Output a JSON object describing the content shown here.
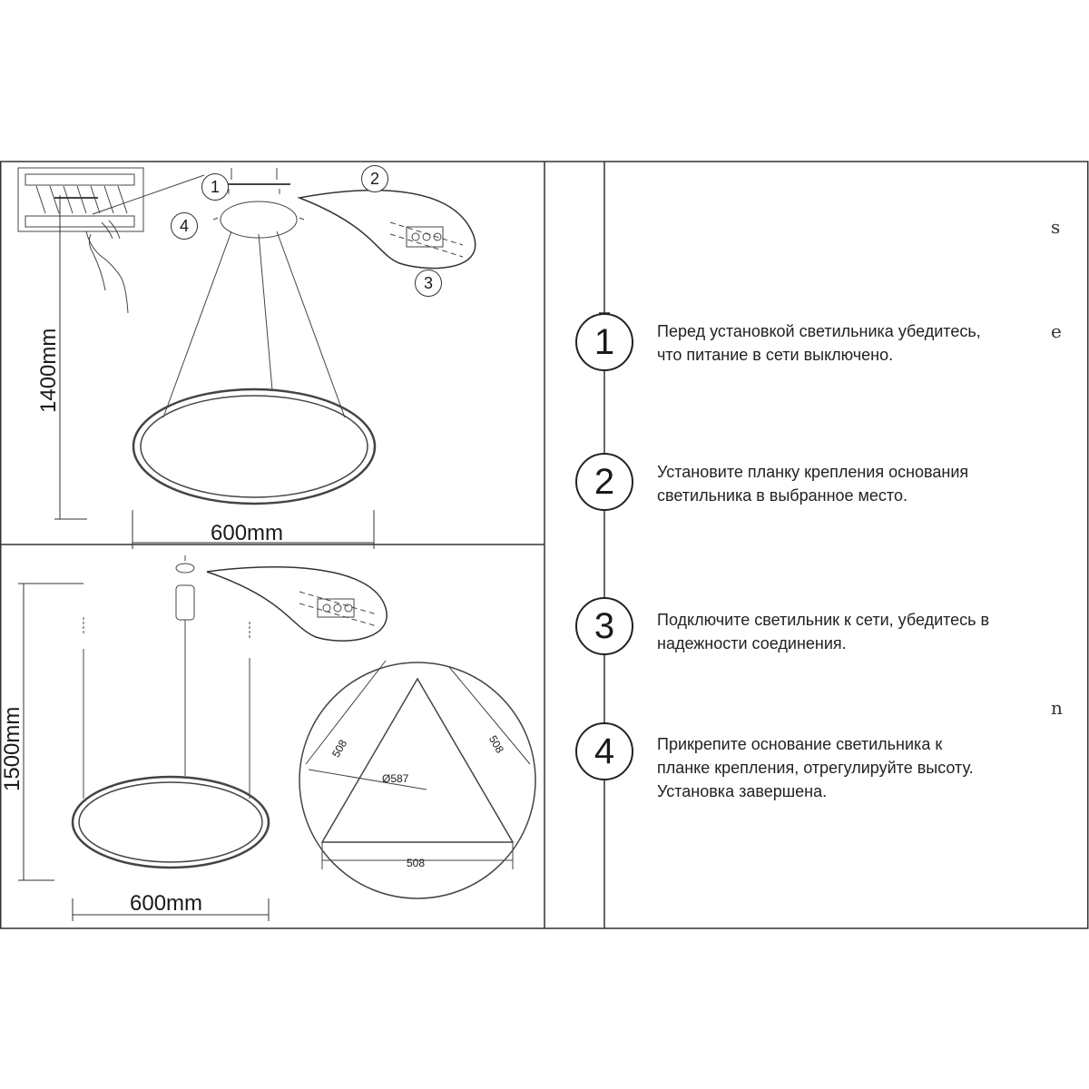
{
  "panel_top": {
    "height_dim": "1400mm",
    "width_dim": "600mm",
    "callouts": [
      "1",
      "2",
      "3",
      "4"
    ]
  },
  "panel_bottom": {
    "height_dim": "1500mm",
    "width_dim": "600mm",
    "triangle_side_left": "508",
    "triangle_side_right": "508",
    "triangle_base": "508",
    "diameter": "Ø587"
  },
  "steps": [
    {
      "num": "1",
      "text": "Перед установкой светильника убедитесь,\nчто питание в сети выключено."
    },
    {
      "num": "2",
      "text": "Установите планку крепления основания\nсветильника в выбранное место."
    },
    {
      "num": "3",
      "text": "Подключите светильник к сети, убедитесь в\nнадежности соединения."
    },
    {
      "num": "4",
      "text": "Прикрепите основание светильника к\nпланке крепления, отрегулируйте высоту.\nУстановка завершена."
    }
  ],
  "edge_letters": [
    "s",
    "e",
    "n"
  ],
  "colors": {
    "line": "#333333",
    "background": "#ffffff"
  }
}
